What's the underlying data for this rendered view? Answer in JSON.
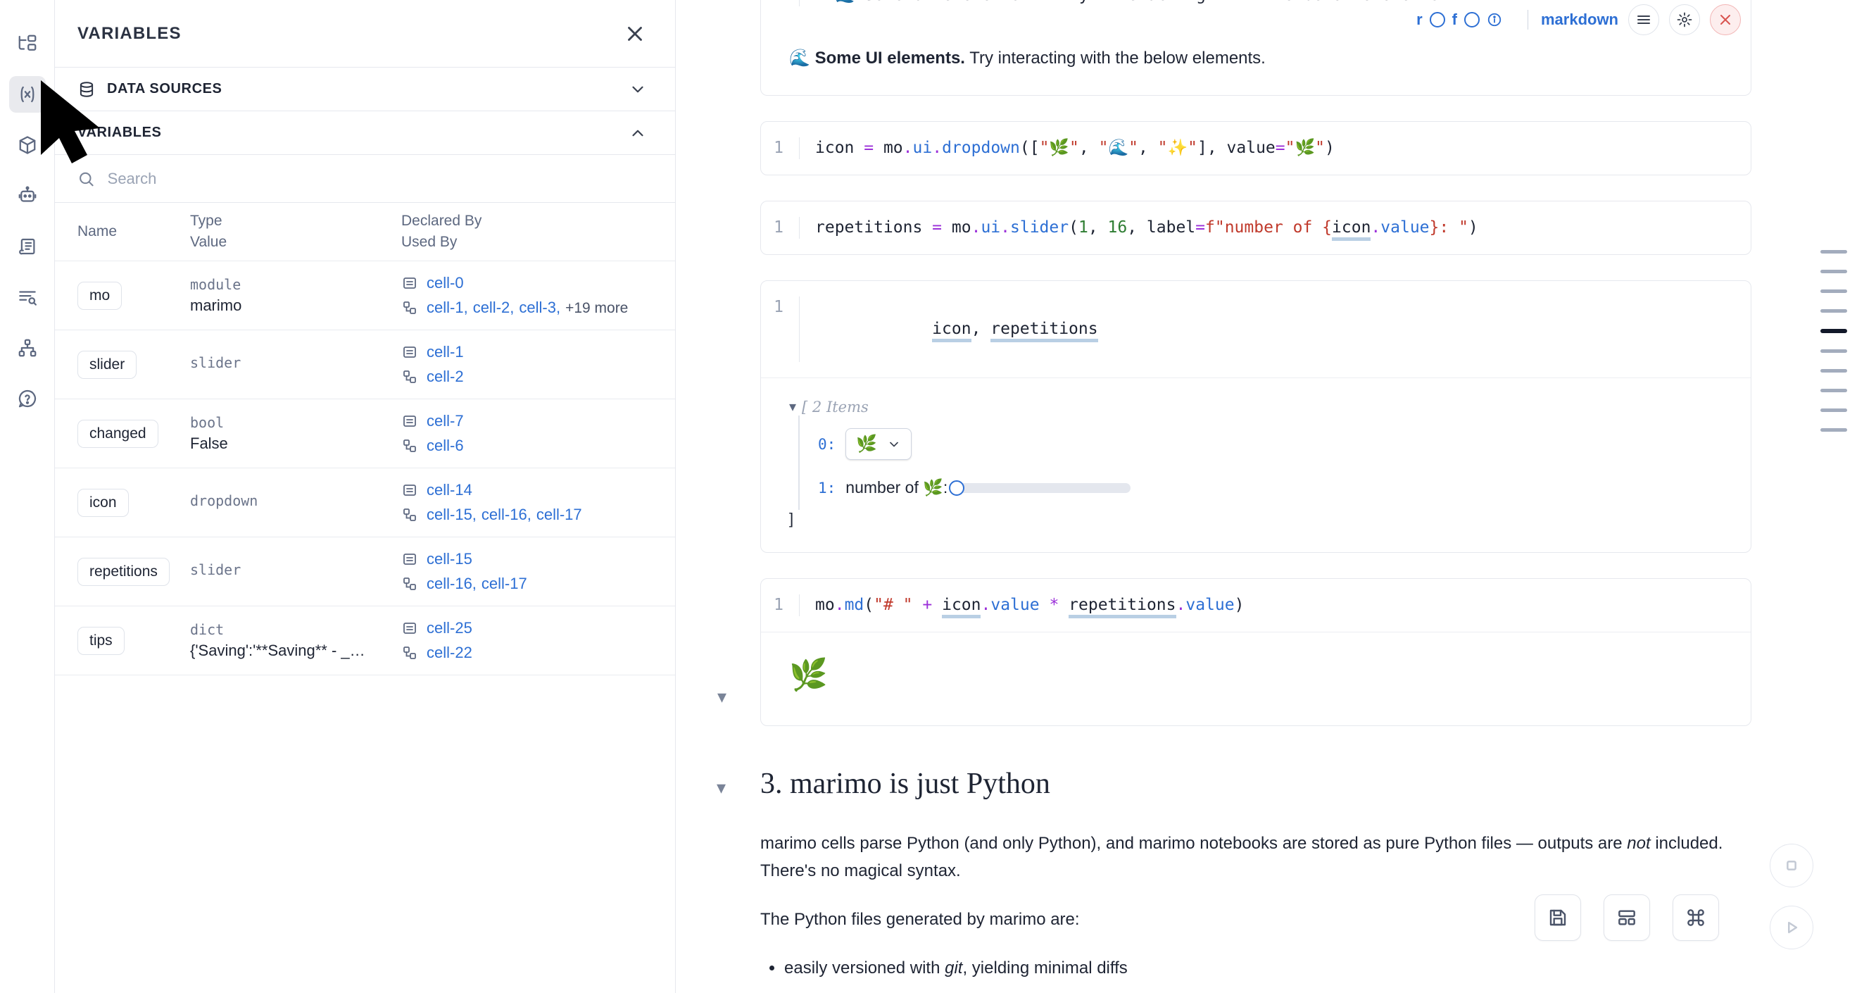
{
  "rail": {
    "items": [
      {
        "name": "file-explorer-icon",
        "label": "File explorer"
      },
      {
        "name": "variables-icon",
        "label": "Variables",
        "active": true
      },
      {
        "name": "packages-icon",
        "label": "Packages"
      },
      {
        "name": "chat-bot-icon",
        "label": "Chat"
      },
      {
        "name": "scratchpad-icon",
        "label": "Scratchpad"
      },
      {
        "name": "outline-search-icon",
        "label": "Outline"
      },
      {
        "name": "dependency-graph-icon",
        "label": "Dependency graph"
      },
      {
        "name": "help-icon",
        "label": "Help"
      }
    ]
  },
  "panel": {
    "title": "VARIABLES",
    "close_label": "✕",
    "sections": [
      {
        "label": "DATA SOURCES",
        "expanded": false
      },
      {
        "label": "VARIABLES",
        "expanded": true
      }
    ],
    "search": {
      "value": "",
      "placeholder": "Search"
    },
    "table": {
      "headers": {
        "name": "Name",
        "type": "Type",
        "value": "Value",
        "declared_by": "Declared By",
        "used_by": "Used By"
      },
      "rows": [
        {
          "name": "mo",
          "type": "module",
          "value": "marimo",
          "declared_by": [
            "cell-0"
          ],
          "used_by": [
            "cell-1",
            "cell-2",
            "cell-3"
          ],
          "used_by_more": "+19 more"
        },
        {
          "name": "slider",
          "type": "slider",
          "value": "",
          "declared_by": [
            "cell-1"
          ],
          "used_by": [
            "cell-2"
          ],
          "used_by_more": ""
        },
        {
          "name": "changed",
          "type": "bool",
          "value": "False",
          "declared_by": [
            "cell-7"
          ],
          "used_by": [
            "cell-6"
          ],
          "used_by_more": ""
        },
        {
          "name": "icon",
          "type": "dropdown",
          "value": "",
          "declared_by": [
            "cell-14"
          ],
          "used_by": [
            "cell-15",
            "cell-16",
            "cell-17"
          ],
          "used_by_more": ""
        },
        {
          "name": "repetitions",
          "type": "slider",
          "value": "",
          "declared_by": [
            "cell-15"
          ],
          "used_by": [
            "cell-16",
            "cell-17"
          ],
          "used_by_more": ""
        },
        {
          "name": "tips",
          "type": "dict",
          "value": "{'Saving':'**Saving** - _Na...",
          "declared_by": [
            "cell-25"
          ],
          "used_by": [
            "cell-22"
          ],
          "used_by_more": ""
        }
      ]
    }
  },
  "notebook": {
    "markdown_cell": {
      "line_no": "1",
      "source_truncated": "\"\"🌊 Some UI elements.\"\" Try interacting with the below elements.",
      "toolbar": {
        "r_label": "r",
        "f_label": "f",
        "info_label": "info-icon",
        "language": "markdown"
      },
      "rendered_emoji": "🌊",
      "rendered_bold": "Some UI elements.",
      "rendered_rest": " Try interacting with the below elements."
    },
    "cells": [
      {
        "line_no": "1",
        "tokens": [
          {
            "t": "icon ",
            "c": "plain"
          },
          {
            "t": "=",
            "c": "op"
          },
          {
            "t": " mo",
            "c": "plain"
          },
          {
            "t": ".",
            "c": "dot"
          },
          {
            "t": "ui",
            "c": "attr"
          },
          {
            "t": ".",
            "c": "dot"
          },
          {
            "t": "dropdown",
            "c": "attr"
          },
          {
            "t": "([",
            "c": "plain"
          },
          {
            "t": "\"🌿\"",
            "c": "str"
          },
          {
            "t": ", ",
            "c": "plain"
          },
          {
            "t": "\"🌊\"",
            "c": "str"
          },
          {
            "t": ", ",
            "c": "plain"
          },
          {
            "t": "\"✨\"",
            "c": "str"
          },
          {
            "t": "], value",
            "c": "plain"
          },
          {
            "t": "=",
            "c": "op"
          },
          {
            "t": "\"🌿\"",
            "c": "str"
          },
          {
            "t": ")",
            "c": "plain"
          }
        ]
      },
      {
        "line_no": "1",
        "tokens": [
          {
            "t": "repetitions ",
            "c": "plain"
          },
          {
            "t": "=",
            "c": "op"
          },
          {
            "t": " mo",
            "c": "plain"
          },
          {
            "t": ".",
            "c": "dot"
          },
          {
            "t": "ui",
            "c": "attr"
          },
          {
            "t": ".",
            "c": "dot"
          },
          {
            "t": "slider",
            "c": "attr"
          },
          {
            "t": "(",
            "c": "plain"
          },
          {
            "t": "1",
            "c": "num"
          },
          {
            "t": ", ",
            "c": "plain"
          },
          {
            "t": "16",
            "c": "num"
          },
          {
            "t": ", label",
            "c": "plain"
          },
          {
            "t": "=",
            "c": "op"
          },
          {
            "t": "f\"number of {",
            "c": "str"
          },
          {
            "t": "icon",
            "c": "ulink"
          },
          {
            "t": ".",
            "c": "dot"
          },
          {
            "t": "value",
            "c": "attr"
          },
          {
            "t": "}: \"",
            "c": "str"
          },
          {
            "t": ")",
            "c": "plain"
          }
        ]
      }
    ],
    "output_cell": {
      "line_no": "1",
      "source": "icon, repetitions",
      "output": {
        "items_label": "[ 2 Items",
        "close_bracket": "]",
        "entries": [
          {
            "index": "0:",
            "kind": "dropdown",
            "value": "🌿"
          },
          {
            "index": "1:",
            "kind": "slider",
            "label": "number of 🌿:",
            "value": 1,
            "min": 1,
            "max": 16
          }
        ]
      }
    },
    "md_output_cell": {
      "line_no": "1",
      "tokens": [
        {
          "t": "mo",
          "c": "plain"
        },
        {
          "t": ".",
          "c": "dot"
        },
        {
          "t": "md",
          "c": "attr"
        },
        {
          "t": "(",
          "c": "plain"
        },
        {
          "t": "\"# \"",
          "c": "str"
        },
        {
          "t": " ",
          "c": "plain"
        },
        {
          "t": "+",
          "c": "op"
        },
        {
          "t": " ",
          "c": "plain"
        },
        {
          "t": "icon",
          "c": "ulink"
        },
        {
          "t": ".",
          "c": "dot"
        },
        {
          "t": "value",
          "c": "attr"
        },
        {
          "t": " ",
          "c": "plain"
        },
        {
          "t": "*",
          "c": "op"
        },
        {
          "t": " ",
          "c": "plain"
        },
        {
          "t": "repetitions",
          "c": "ulink"
        },
        {
          "t": ".",
          "c": "dot"
        },
        {
          "t": "value",
          "c": "attr"
        },
        {
          "t": ")",
          "c": "plain"
        }
      ],
      "rendered": "🌿"
    },
    "prose": {
      "heading": "3. marimo is just Python",
      "paragraph_1_a": "marimo cells parse Python (and only Python), and marimo notebooks are stored as pure Python files — outputs are ",
      "paragraph_1_em": "not",
      "paragraph_1_b": " included. There's no magical syntax.",
      "paragraph_2": "The Python files generated by marimo are:",
      "bullets_a": "easily versioned with ",
      "bullets_em": "git",
      "bullets_b": ", yielding minimal diffs"
    }
  },
  "minimap": {
    "ticks": [
      {
        "active": false
      },
      {
        "active": false
      },
      {
        "active": false
      },
      {
        "active": false
      },
      {
        "active": true
      },
      {
        "active": false
      },
      {
        "active": false
      },
      {
        "active": false
      },
      {
        "active": false
      },
      {
        "active": false
      }
    ]
  },
  "footer": {
    "buttons": [
      {
        "name": "save-button",
        "icon": "save-icon"
      },
      {
        "name": "layout-button",
        "icon": "layout-icon"
      },
      {
        "name": "command-palette-button",
        "icon": "command-icon"
      }
    ],
    "circles": [
      {
        "name": "interrupt-button",
        "icon": "stop-icon"
      },
      {
        "name": "run-button",
        "icon": "play-icon"
      }
    ]
  },
  "colors": {
    "accent_blue": "#2d6fd4",
    "link_blue": "#2d6fd4",
    "text": "#1e2433",
    "muted": "#5d6880",
    "border": "#e6e8ee",
    "danger": "#d9534f"
  }
}
